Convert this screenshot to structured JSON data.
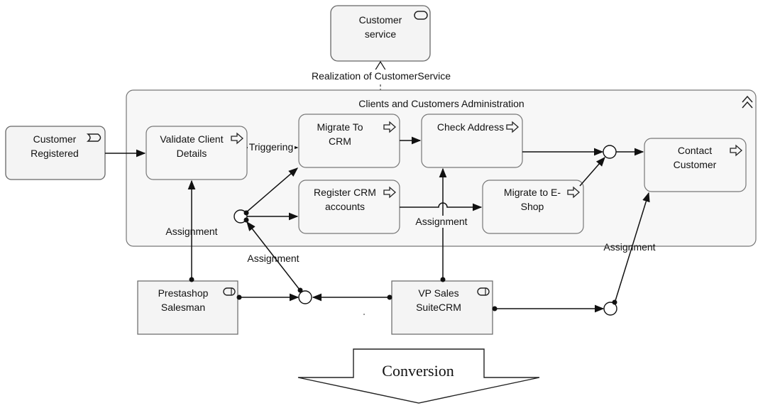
{
  "diagram": {
    "service": {
      "line1": "Customer",
      "line2": "service"
    },
    "realization_label": "Realization of CustomerService",
    "group_title": "Clients and Customers Administration",
    "event": {
      "line1": "Customer",
      "line2": "Registered"
    },
    "processes": {
      "validate": {
        "line1": "Validate Client",
        "line2": "Details"
      },
      "migrate_crm": {
        "line1": "Migrate To",
        "line2": "CRM"
      },
      "check_address": {
        "line1": "Check Address"
      },
      "register_crm": {
        "line1": "Register CRM",
        "line2": "accounts"
      },
      "migrate_eshop": {
        "line1": "Migrate to E-",
        "line2": "Shop"
      },
      "contact_customer": {
        "line1": "Contact",
        "line2": "Customer"
      }
    },
    "roles": {
      "prestashop": {
        "line1": "Prestashop",
        "line2": "Salesman"
      },
      "vp_sales": {
        "line1": "VP Sales",
        "line2": "SuiteCRM"
      }
    },
    "relation_labels": {
      "triggering": "Triggering",
      "assignment_1": "Assignment",
      "assignment_2": "Assignment",
      "assignment_3": "Assignment",
      "assignment_4": "Assignment"
    },
    "conversion_label": "Conversion"
  },
  "colors": {
    "stroke": "#555555",
    "fill": "#f4f4f4",
    "line": "#111111"
  }
}
